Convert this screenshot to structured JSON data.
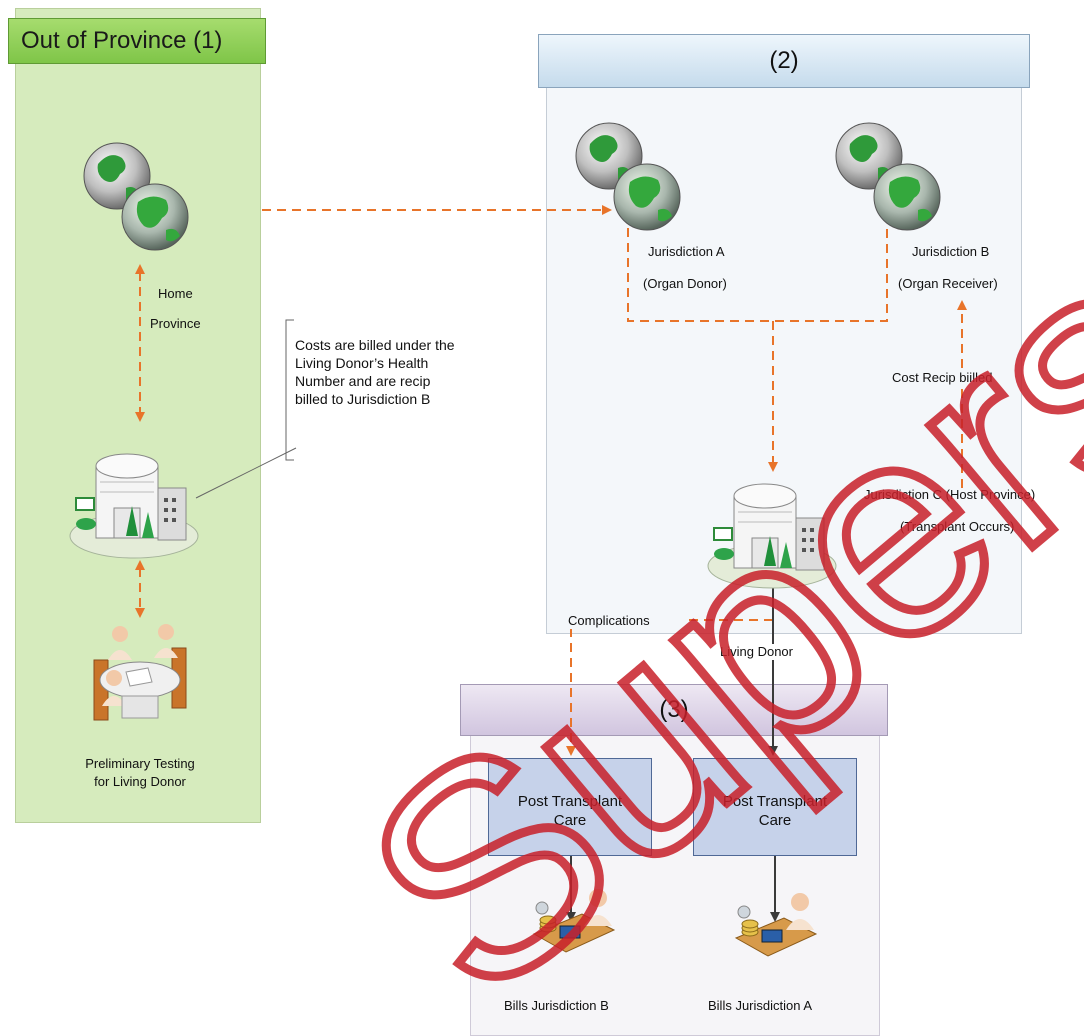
{
  "panels": {
    "out_of_province": {
      "title": "Out of Province (1)"
    },
    "host": {
      "title": "(2)"
    },
    "post_care": {
      "title": "(3)"
    }
  },
  "labels": {
    "home_province_line1": "Home",
    "home_province_line2": "Province",
    "billing_note_line1": "Costs are billed under the",
    "billing_note_line2": "Living Donor’s Health",
    "billing_note_line3": "Number and are recip",
    "billing_note_line4": "billed to Jurisdiction B",
    "preliminary_line1": "Preliminary Testing",
    "preliminary_line2": "for Living Donor",
    "jurisdiction_a": "Jurisdiction A",
    "organ_donor": "(Organ Donor)",
    "jurisdiction_b": "Jurisdiction B",
    "organ_receiver": "(Organ Receiver)",
    "cost_recip": "Cost Recip biilled",
    "jurisdiction_c": "Jurisdiction C (Host Province)",
    "transplant_occurs": "(Transplant Occurs)",
    "complications": "Complications",
    "living_donor": "Living Donor",
    "post_care_1_line1": "Post Transplant",
    "post_care_1_line2": "Care",
    "post_care_2_line1": "Post Transplant",
    "post_care_2_line2": "Care",
    "bills_b": "Bills  Jurisdiction B",
    "bills_a": "Bills Jurisdiction A",
    "watermark": "Superseded"
  },
  "icons": {
    "globe": "globe-icon",
    "hospital": "hospital-building-icon",
    "meeting": "meeting-table-icon",
    "billing": "billing-desk-icon"
  },
  "colors": {
    "panel1_bg": "#d6ebbd",
    "panel1_title": "#8ccf55",
    "panel2_title": "#d6e6f2",
    "panel3_title": "#ddd4e7",
    "care_box": "#c6d2ea",
    "dashed_arrow": "#e8742a",
    "solid_arrow": "#3a3a3a",
    "watermark": "#c8202a"
  }
}
